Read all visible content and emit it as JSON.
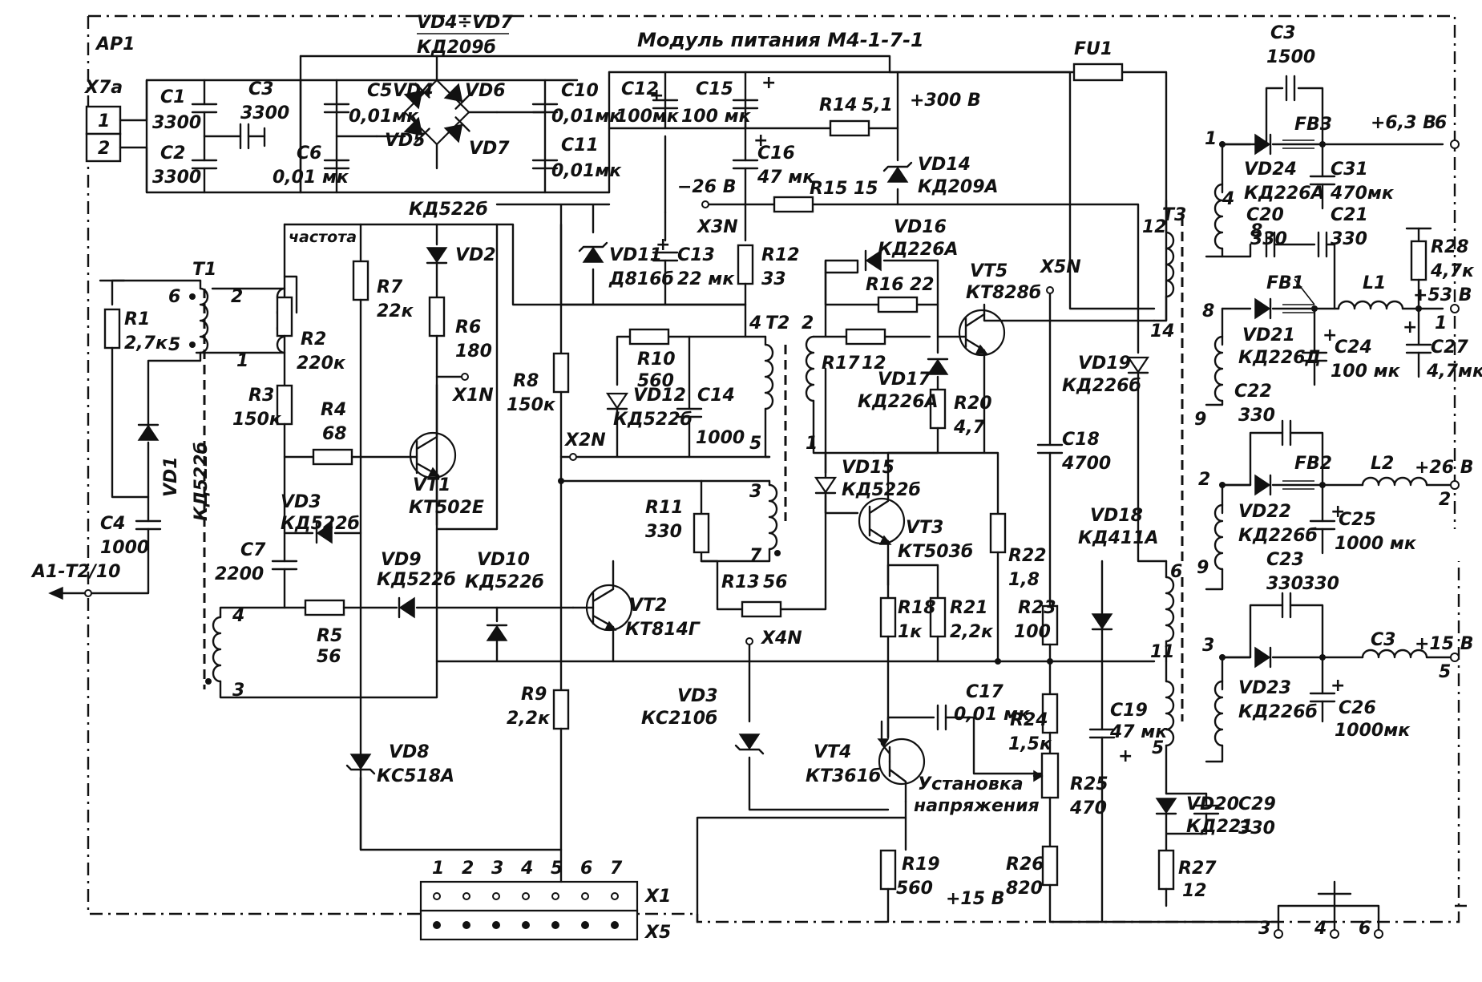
{
  "title": "Модуль питания М4-1-7-1",
  "module_ref": "АР1",
  "connector_x7a": {
    "name": "Х7а",
    "pins": [
      "1",
      "2"
    ]
  },
  "ext_ref": "А1-Т2/10",
  "bridge": {
    "top": "VD4÷VD7",
    "bottom": "КД209б"
  },
  "components": {
    "C1": {
      "ref": "C1",
      "val": "3300"
    },
    "C2": {
      "ref": "C2",
      "val": "3300"
    },
    "C3a": {
      "ref": "C3",
      "val": "3300"
    },
    "C5": {
      "ref": "C5",
      "val": "0,01мк"
    },
    "C6": {
      "ref": "C6",
      "val": "0,01 мк"
    },
    "VD4": {
      "ref": "VD4"
    },
    "VD5": {
      "ref": "VD5"
    },
    "VD6": {
      "ref": "VD6"
    },
    "VD7": {
      "ref": "VD7"
    },
    "C10": {
      "ref": "C10",
      "val": "0,01мк"
    },
    "C11": {
      "ref": "C11",
      "val": "0,01мк"
    },
    "C12": {
      "ref": "C12",
      "val": "100мк"
    },
    "C15": {
      "ref": "C15",
      "val": "100 мк"
    },
    "R14": {
      "ref": "R14",
      "val": "5,1"
    },
    "C16": {
      "ref": "C16",
      "val": "47 мк"
    },
    "VD14": {
      "ref": "VD14",
      "type": "КД209А"
    },
    "R15": {
      "ref": "R15",
      "val": "15"
    },
    "VD11": {
      "ref": "VD11",
      "type": "Д816б"
    },
    "C13": {
      "ref": "C13",
      "val": "22 мк"
    },
    "R12": {
      "ref": "R12",
      "val": "33"
    },
    "VD2": {
      "ref": "VD2",
      "type": "КД522б"
    },
    "R7": {
      "ref": "R7",
      "val": "22к"
    },
    "R6": {
      "ref": "R6",
      "val": "180"
    },
    "R2": {
      "ref": "R2",
      "val": "220к"
    },
    "R3": {
      "ref": "R3",
      "val": "150к"
    },
    "R4": {
      "ref": "R4",
      "val": "68"
    },
    "R1": {
      "ref": "R1",
      "val": "2,7к"
    },
    "VD1": {
      "ref": "VD1",
      "type": "КД522б"
    },
    "C4": {
      "ref": "C4",
      "val": "1000"
    },
    "VT1": {
      "ref": "VT1",
      "type": "КТ502Е"
    },
    "VD3a": {
      "ref": "VD3",
      "type": "КД522б"
    },
    "C7": {
      "ref": "C7",
      "val": "2200"
    },
    "R5": {
      "ref": "R5",
      "val": "56"
    },
    "VD9": {
      "ref": "VD9",
      "type": "КД522б"
    },
    "VD10": {
      "ref": "VD10",
      "type": "КД522б"
    },
    "VD8": {
      "ref": "VD8",
      "type": "КС518А"
    },
    "R8": {
      "ref": "R8",
      "val": "150к"
    },
    "R9": {
      "ref": "R9",
      "val": "2,2к"
    },
    "R10": {
      "ref": "R10",
      "val": "560"
    },
    "VD12": {
      "ref": "VD12",
      "type": "КД522б"
    },
    "C14": {
      "ref": "C14",
      "val": "1000"
    },
    "R11": {
      "ref": "R11",
      "val": "330"
    },
    "R13": {
      "ref": "R13",
      "val": "56"
    },
    "VT2": {
      "ref": "VT2",
      "type": "КТ814Г"
    },
    "VD3b": {
      "ref": "VD3",
      "type": "КС210б"
    },
    "VD16": {
      "ref": "VD16",
      "type": "КД226А"
    },
    "R16": {
      "ref": "R16",
      "val": "22"
    },
    "R17": {
      "ref": "R17",
      "val": "12"
    },
    "VD17": {
      "ref": "VD17",
      "type": "КД226А"
    },
    "R20": {
      "ref": "R20",
      "val": "4,7"
    },
    "VT5": {
      "ref": "VT5",
      "type": "КТ828б"
    },
    "VD15": {
      "ref": "VD15",
      "type": "КД522б"
    },
    "VT3": {
      "ref": "VT3",
      "type": "КТ503б"
    },
    "R22": {
      "ref": "R22",
      "val": "1,8"
    },
    "R18": {
      "ref": "R18",
      "val": "1к"
    },
    "R21": {
      "ref": "R21",
      "val": "2,2к"
    },
    "R23": {
      "ref": "R23",
      "val": "100"
    },
    "C17": {
      "ref": "C17",
      "val": "0,01 мк"
    },
    "R24": {
      "ref": "R24",
      "val": "1,5к"
    },
    "VT4": {
      "ref": "VT4",
      "type": "КТ361б"
    },
    "R25": {
      "ref": "R25",
      "val": "470"
    },
    "R19": {
      "ref": "R19",
      "val": "560"
    },
    "R26": {
      "ref": "R26",
      "val": "820"
    },
    "C18": {
      "ref": "C18",
      "val": "4700"
    },
    "VD18": {
      "ref": "VD18",
      "type": "КД411А"
    },
    "C19": {
      "ref": "C19",
      "val": "47 мк"
    },
    "VD19": {
      "ref": "VD19",
      "type": "КД226б"
    },
    "VD20": {
      "ref": "VD20",
      "type": "КД221"
    },
    "C29": {
      "ref": "C29",
      "val": "330"
    },
    "R27": {
      "ref": "R27",
      "val": "12"
    },
    "FU1": {
      "ref": "FU1"
    },
    "C3b": {
      "ref": "C3",
      "val": "1500"
    },
    "FB3": {
      "ref": "FB3"
    },
    "VD24": {
      "ref": "VD24",
      "type": "КД226А"
    },
    "C31": {
      "ref": "C31",
      "val": "470мк"
    },
    "C20": {
      "ref": "C20",
      "val": "330"
    },
    "C21": {
      "ref": "C21",
      "val": "330"
    },
    "R28": {
      "ref": "R28",
      "val": "4,7к"
    },
    "FB1": {
      "ref": "FB1"
    },
    "L1": {
      "ref": "L1"
    },
    "VD21": {
      "ref": "VD21",
      "type": "КД226Д"
    },
    "C24": {
      "ref": "C24",
      "val": "100 мк"
    },
    "C27": {
      "ref": "C27",
      "val": "4,7мк"
    },
    "C22": {
      "ref": "C22",
      "val": "330"
    },
    "FB2": {
      "ref": "FB2"
    },
    "L2": {
      "ref": "L2"
    },
    "VD22": {
      "ref": "VD22",
      "type": "КД226б"
    },
    "C25": {
      "ref": "C25",
      "val": "1000 мк"
    },
    "C23": {
      "ref": "C23",
      "val": "330"
    },
    "C3c": {
      "ref": "C3"
    },
    "VD23": {
      "ref": "VD23",
      "type": "КД226б"
    },
    "C26": {
      "ref": "C26",
      "val": "1000мк"
    }
  },
  "transformers": {
    "T1": {
      "ref": "T1",
      "pins": [
        "6",
        "5",
        "2",
        "1",
        "4",
        "3"
      ]
    },
    "T2": {
      "ref": "T2",
      "pins": [
        "4",
        "5",
        "2",
        "1",
        "3",
        "7"
      ]
    },
    "T3": {
      "ref": "T3",
      "pins": [
        "12",
        "14",
        "1",
        "4",
        "8",
        "9",
        "2",
        "9",
        "6",
        "11",
        "3",
        "5"
      ]
    }
  },
  "testpoints": {
    "x1n": "X1N",
    "x2n": "X2N",
    "x3n": "X3N",
    "x4n": "X4N",
    "x5n": "X5N"
  },
  "voltages": {
    "v300": "+300 В",
    "vm26": "−26 В",
    "v63": "+6,3 В",
    "v53": "+53 В",
    "v26": "+26 В",
    "v15": "+15 В",
    "v15b": "+15 В"
  },
  "outputs": {
    "o6": "6",
    "o1": "1",
    "o2": "2",
    "o5": "5"
  },
  "freq_label": "частота",
  "setv_label": [
    "Установка",
    "напряжения"
  ],
  "connectors": {
    "x1": "X1",
    "x5": "X5",
    "pins": [
      "1",
      "2",
      "3",
      "4",
      "5",
      "6",
      "7"
    ]
  },
  "bottom_pins": [
    "3",
    "4",
    "6"
  ]
}
